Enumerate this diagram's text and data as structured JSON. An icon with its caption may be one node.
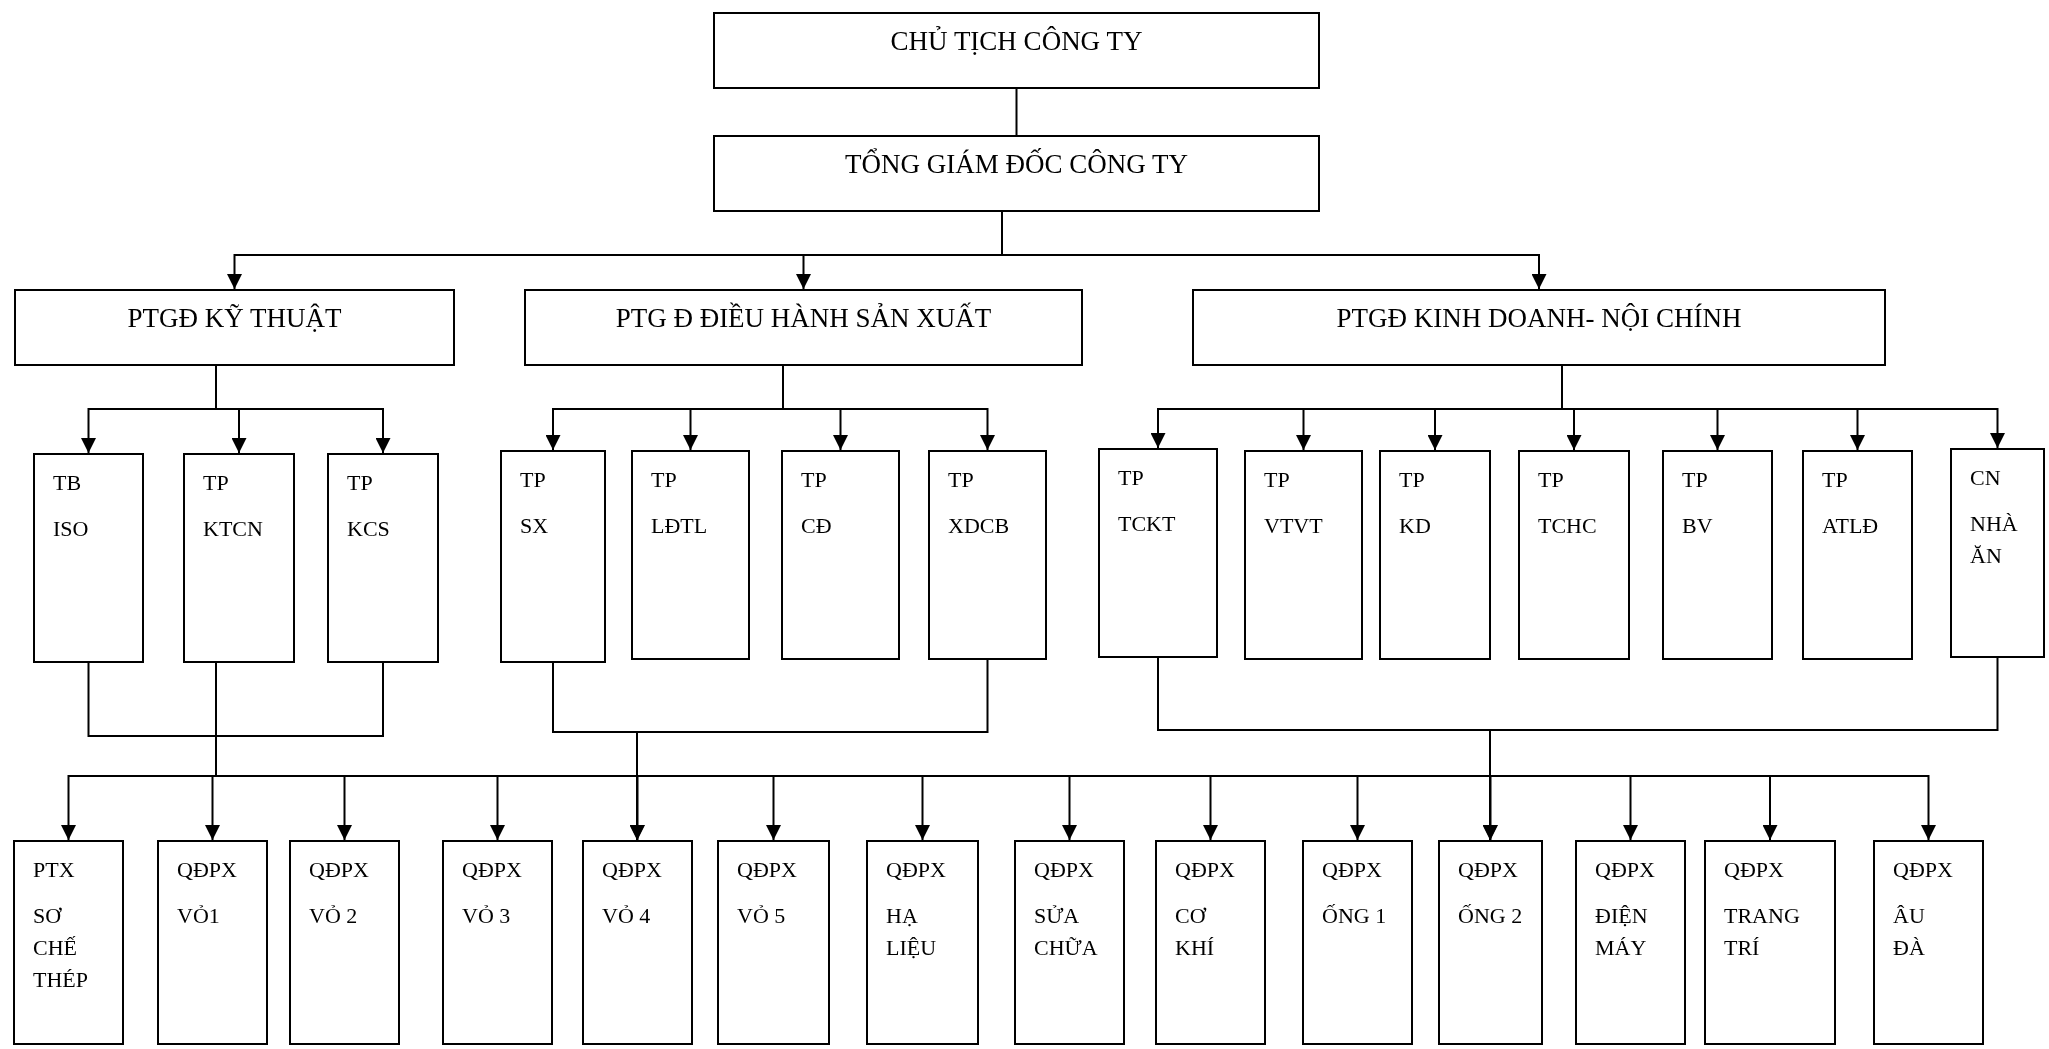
{
  "diagram": {
    "nodes": [
      {
        "text": [
          "CHỦ TỊCH CÔNG TY"
        ]
      },
      {
        "text": [
          "TỔNG GIÁM ĐỐC CÔNG TY"
        ]
      },
      {
        "text": [
          "PTGĐ KỸ THUẬT"
        ]
      },
      {
        "text": [
          "PTG Đ ĐIỀU HÀNH SẢN XUẤT"
        ]
      },
      {
        "text": [
          "PTGĐ KINH DOANH- NỘI CHÍNH"
        ]
      },
      {
        "text": [
          "TB",
          "ISO"
        ]
      },
      {
        "text": [
          "TP",
          "KTCN"
        ]
      },
      {
        "text": [
          "TP",
          "KCS"
        ]
      },
      {
        "text": [
          "TP",
          "SX"
        ]
      },
      {
        "text": [
          "TP",
          "LĐTL"
        ]
      },
      {
        "text": [
          "TP",
          "CĐ"
        ]
      },
      {
        "text": [
          "TP",
          "XDCB"
        ]
      },
      {
        "text": [
          "TP",
          "TCKT"
        ]
      },
      {
        "text": [
          "TP",
          "VTVT"
        ]
      },
      {
        "text": [
          "TP",
          "KD"
        ]
      },
      {
        "text": [
          "TP",
          "TCHC"
        ]
      },
      {
        "text": [
          "TP",
          "BV"
        ]
      },
      {
        "text": [
          "TP",
          "ATLĐ"
        ]
      },
      {
        "text": [
          "CN",
          "NHÀ ĂN"
        ]
      },
      {
        "text": [
          "PTX",
          "SƠ CHẾ THÉP"
        ]
      },
      {
        "text": [
          "QĐPX",
          "VỎ1"
        ]
      },
      {
        "text": [
          "QĐPX",
          "VỎ 2"
        ]
      },
      {
        "text": [
          "QĐPX",
          "VỎ 3"
        ]
      },
      {
        "text": [
          "QĐPX",
          "VỎ 4"
        ]
      },
      {
        "text": [
          "QĐPX",
          "VỎ 5"
        ]
      },
      {
        "text": [
          "QĐPX",
          "HẠ LIỆU"
        ]
      },
      {
        "text": [
          "QĐPX",
          "SỬA CHỮA"
        ]
      },
      {
        "text": [
          "QĐPX",
          "CƠ KHÍ"
        ]
      },
      {
        "text": [
          "QĐPX",
          "ỐNG 1"
        ]
      },
      {
        "text": [
          "QĐPX",
          "ỐNG 2"
        ]
      },
      {
        "text": [
          "QĐPX",
          "ĐIỆN MÁY"
        ]
      },
      {
        "text": [
          "QĐPX",
          "TRANG TRÍ"
        ]
      },
      {
        "text": [
          "QĐPX",
          "ÂU ĐÀ"
        ]
      }
    ],
    "edges": [
      {
        "from": 0,
        "to": 1,
        "arrow": "none"
      },
      {
        "from": 1,
        "to": 2,
        "arrow": "to"
      },
      {
        "from": 1,
        "to": 3,
        "arrow": "to"
      },
      {
        "from": 1,
        "to": 4,
        "arrow": "to"
      },
      {
        "from": 2,
        "to": 5,
        "arrow": "to"
      },
      {
        "from": 2,
        "to": 6,
        "arrow": "to"
      },
      {
        "from": 2,
        "to": 7,
        "arrow": "to"
      },
      {
        "from": 3,
        "to": 8,
        "arrow": "to"
      },
      {
        "from": 3,
        "to": 9,
        "arrow": "to"
      },
      {
        "from": 3,
        "to": 10,
        "arrow": "to"
      },
      {
        "from": 3,
        "to": 11,
        "arrow": "to"
      },
      {
        "from": 4,
        "to": 12,
        "arrow": "to"
      },
      {
        "from": 4,
        "to": 13,
        "arrow": "to"
      },
      {
        "from": 4,
        "to": 14,
        "arrow": "to"
      },
      {
        "from": 4,
        "to": 15,
        "arrow": "to"
      },
      {
        "from": 4,
        "to": 16,
        "arrow": "to"
      },
      {
        "from": 4,
        "to": 17,
        "arrow": "to"
      },
      {
        "from": 4,
        "to": 18,
        "arrow": "to"
      },
      {
        "from": 5,
        "to": 7,
        "arrow": "none"
      },
      {
        "from": 8,
        "to": 11,
        "arrow": "none"
      },
      {
        "from": 12,
        "to": 18,
        "arrow": "none"
      },
      {
        "from": 6,
        "to": 19,
        "arrow": "to"
      },
      {
        "from": 6,
        "to": 20,
        "arrow": "to"
      },
      {
        "from": 6,
        "to": 21,
        "arrow": "to"
      },
      {
        "from": 6,
        "to": 22,
        "arrow": "to"
      },
      {
        "from": 6,
        "to": 23,
        "arrow": "to"
      },
      {
        "from": 6,
        "to": 24,
        "arrow": "to"
      },
      {
        "from": 6,
        "to": 25,
        "arrow": "to"
      },
      {
        "from": 6,
        "to": 26,
        "arrow": "to"
      },
      {
        "from": 6,
        "to": 27,
        "arrow": "to"
      },
      {
        "from": 6,
        "to": 28,
        "arrow": "to"
      },
      {
        "from": 6,
        "to": 29,
        "arrow": "to"
      },
      {
        "from": 6,
        "to": 30,
        "arrow": "to"
      },
      {
        "from": 6,
        "to": 31,
        "arrow": "to"
      },
      {
        "from": 6,
        "to": 32,
        "arrow": "to"
      },
      {
        "from": 8,
        "to": 23,
        "arrow": "to"
      },
      {
        "from": 12,
        "to": 29,
        "arrow": "to"
      }
    ]
  }
}
